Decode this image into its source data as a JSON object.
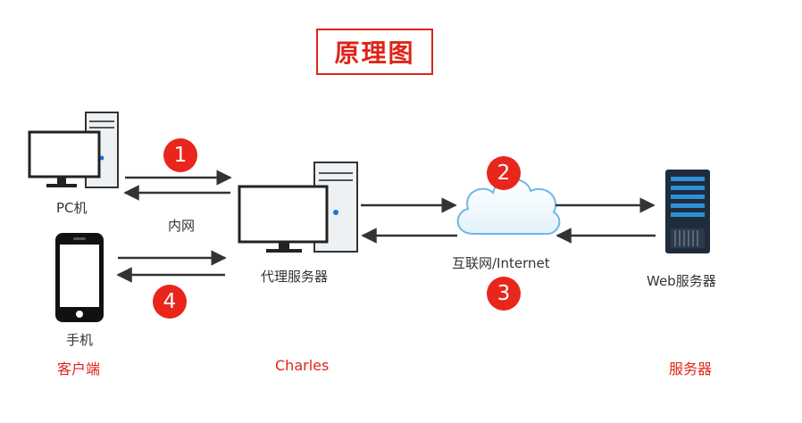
{
  "title": "原理图",
  "nodes": {
    "pc": "PC机",
    "phone": "手机",
    "proxy": "代理服务器",
    "internet": "互联网/Internet",
    "web_server": "Web服务器"
  },
  "link_label": "内网",
  "steps": [
    "1",
    "2",
    "3",
    "4"
  ],
  "groups": {
    "client": "客户端",
    "charles": "Charles",
    "server": "服务器"
  },
  "colors": {
    "accent": "#e02418",
    "badge": "#e8261b",
    "arrow": "#333333",
    "cloud_stroke": "#6fb7e6",
    "server_dark": "#1f2c3b"
  }
}
